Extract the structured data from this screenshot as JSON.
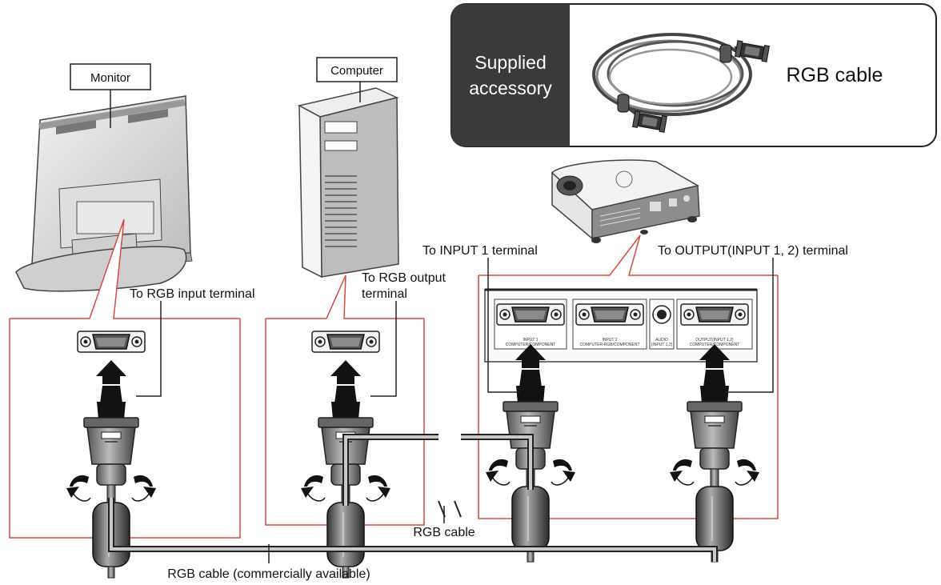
{
  "accessory": {
    "heading_line1": "Supplied",
    "heading_line2": "accessory",
    "item": "RGB cable"
  },
  "devices": {
    "monitor": "Monitor",
    "computer": "Computer"
  },
  "labels": {
    "rgb_input": "To RGB input terminal",
    "rgb_output_line1": "To RGB output",
    "rgb_output_line2": "terminal",
    "input1": "To INPUT 1 terminal",
    "output": "To OUTPUT(INPUT 1, 2) terminal",
    "rgb_cable": "RGB cable",
    "rgb_cable_commercial": "RGB cable (commercially available)"
  },
  "panel": {
    "input1": "INPUT 1",
    "input1_sub": "COMPUTER/COMPONENT",
    "input2": "INPUT 2",
    "input2_sub": "COMPUTER-RGB/COMPONENT",
    "audio": "AUDIO",
    "audio_sub": "(INPUT 1,2)",
    "output": "OUTPUT(INPUT 1,2)",
    "output_sub": "COMPUTER/COMPONENT"
  },
  "colors": {
    "callout_red": "#d9493f",
    "accessory_dark": "#3a3a3a"
  }
}
